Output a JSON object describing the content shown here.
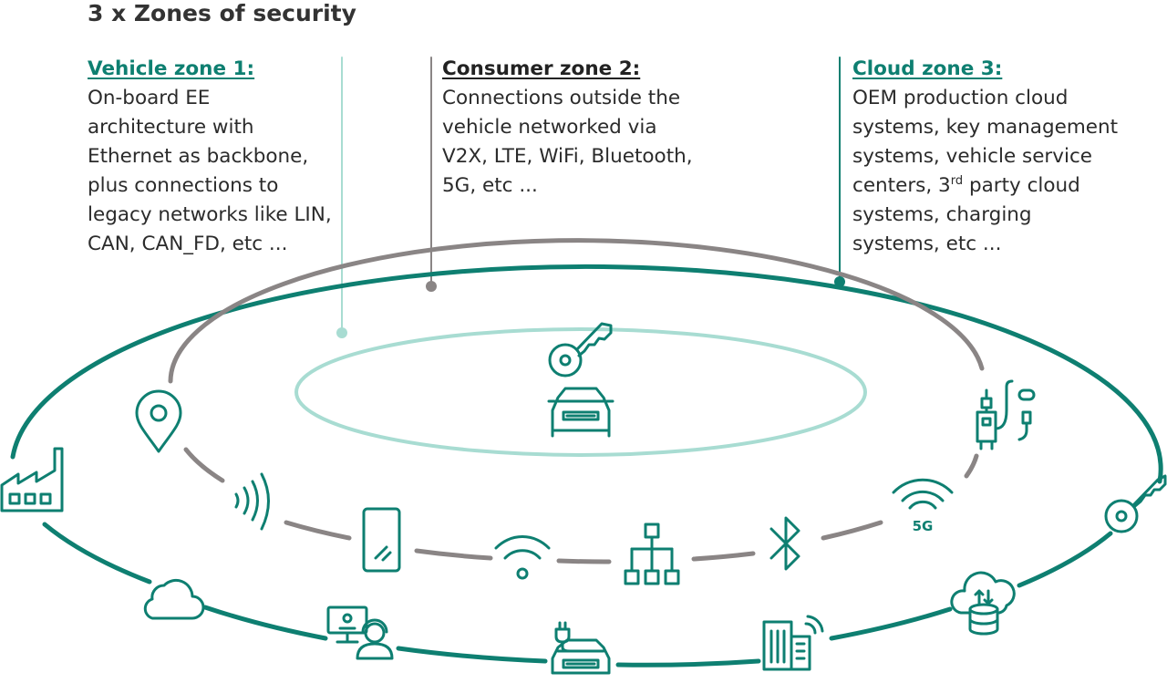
{
  "title": "3 x Zones of security",
  "zones": [
    {
      "heading": "Vehicle zone 1:",
      "text": "On-board EE\narchitecture with\nEthernet as backbone,\nplus connections to\nlegacy networks like LIN,\nCAN, CAN_FD, etc ..."
    },
    {
      "heading": "Consumer zone 2:",
      "text": "Connections outside the\nvehicle networked via\nV2X, LTE, WiFi, Bluetooth,\n5G, etc ..."
    },
    {
      "heading": "Cloud zone 3:",
      "text_pre": "OEM production cloud\nsystems, key management\nsystems, vehicle service\ncenters, 3",
      "text_sup": "rd",
      "text_post": " party cloud\nsystems, charging\nsystems, etc ..."
    }
  ],
  "labels": {
    "fiveg": "5G"
  },
  "colors": {
    "teal": "#0e7f71",
    "light_teal": "#a8dcd2",
    "gray": "#8a8585"
  },
  "icons": [
    "key-icon",
    "car-icon",
    "location-pin-icon",
    "nfc-waves-icon",
    "smartphone-icon",
    "wifi-icon",
    "network-hierarchy-icon",
    "bluetooth-icon",
    "5g-signal-icon",
    "charging-station-icon",
    "factory-icon",
    "cloud-icon",
    "service-desk-icon",
    "ev-charging-car-icon",
    "smart-building-icon",
    "cloud-database-icon"
  ]
}
